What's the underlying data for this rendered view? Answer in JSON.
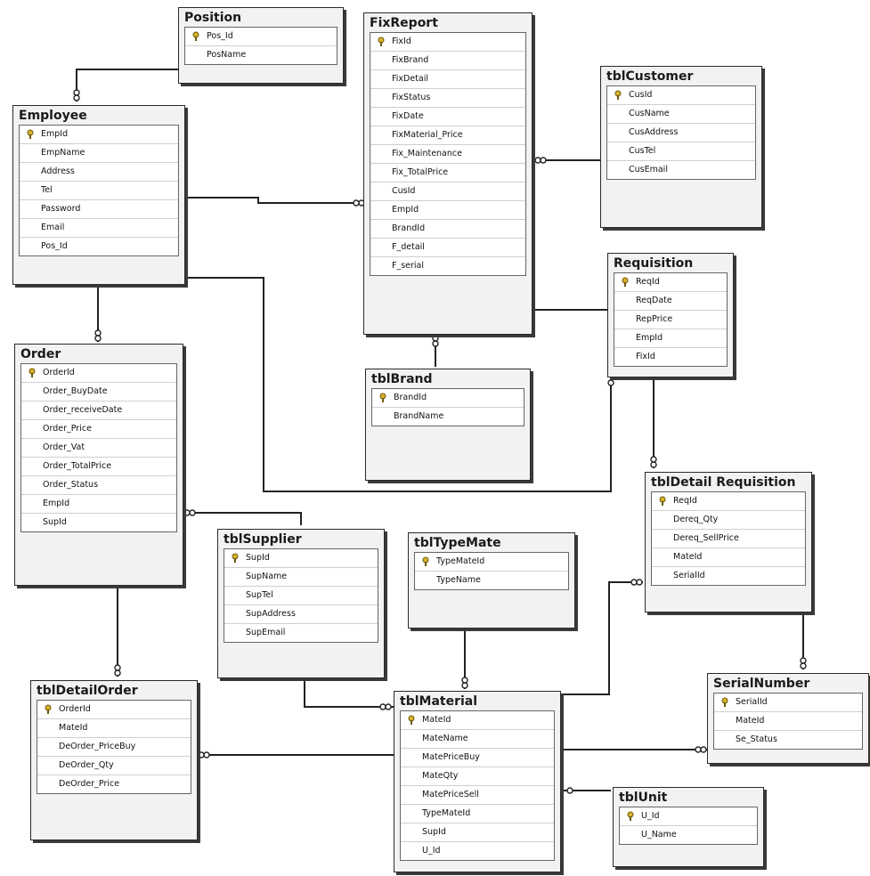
{
  "tables": {
    "position": {
      "title": "Position",
      "fields": [
        "Pos_Id",
        "PosName"
      ],
      "pk": [
        0
      ]
    },
    "fixreport": {
      "title": "FixReport",
      "fields": [
        "FixId",
        "FixBrand",
        "FixDetail",
        "FixStatus",
        "FixDate",
        "FixMaterial_Price",
        "Fix_Maintenance",
        "Fix_TotalPrice",
        "CusId",
        "EmpId",
        "BrandId",
        "F_detail",
        "F_serial"
      ],
      "pk": [
        0
      ]
    },
    "customer": {
      "title": "tblCustomer",
      "fields": [
        "CusId",
        "CusName",
        "CusAddress",
        "CusTel",
        "CusEmail"
      ],
      "pk": [
        0
      ]
    },
    "employee": {
      "title": "Employee",
      "fields": [
        "EmpId",
        "EmpName",
        "Address",
        "Tel",
        "Password",
        "Email",
        "Pos_Id"
      ],
      "pk": [
        0
      ]
    },
    "requisition": {
      "title": "Requisition",
      "fields": [
        "ReqId",
        "ReqDate",
        "RepPrice",
        "EmpId",
        "FixId"
      ],
      "pk": [
        0
      ]
    },
    "order": {
      "title": "Order",
      "fields": [
        "OrderId",
        "Order_BuyDate",
        "Order_receiveDate",
        "Order_Price",
        "Order_Vat",
        "Order_TotalPrice",
        "Order_Status",
        "EmpId",
        "SupId"
      ],
      "pk": [
        0
      ]
    },
    "brand": {
      "title": "tblBrand",
      "fields": [
        "BrandId",
        "BrandName"
      ],
      "pk": [
        0
      ]
    },
    "detailreq": {
      "title": "tblDetail Requisition",
      "fields": [
        "ReqId",
        "Dereq_Qty",
        "Dereq_SellPrice",
        "MateId",
        "SerialId"
      ],
      "pk": [
        0
      ]
    },
    "supplier": {
      "title": "tblSupplier",
      "fields": [
        "SupId",
        "SupName",
        "SupTel",
        "SupAddress",
        "SupEmail"
      ],
      "pk": [
        0
      ]
    },
    "typemate": {
      "title": "tblTypeMate",
      "fields": [
        "TypeMateId",
        "TypeName"
      ],
      "pk": [
        0
      ]
    },
    "serial": {
      "title": "SerialNumber",
      "fields": [
        "SerialId",
        "MateId",
        "Se_Status"
      ],
      "pk": [
        0
      ]
    },
    "detailorder": {
      "title": "tblDetailOrder",
      "fields": [
        "OrderId",
        "MateId",
        "DeOrder_PriceBuy",
        "DeOrder_Qty",
        "DeOrder_Price"
      ],
      "pk": [
        0
      ]
    },
    "material": {
      "title": "tblMaterial",
      "fields": [
        "MateId",
        "MateName",
        "MatePriceBuy",
        "MateQty",
        "MatePriceSell",
        "TypeMateId",
        "SupId",
        "U_Id"
      ],
      "pk": [
        0
      ]
    },
    "unit": {
      "title": "tblUnit",
      "fields": [
        "U_Id",
        "U_Name"
      ],
      "pk": [
        0
      ]
    }
  }
}
